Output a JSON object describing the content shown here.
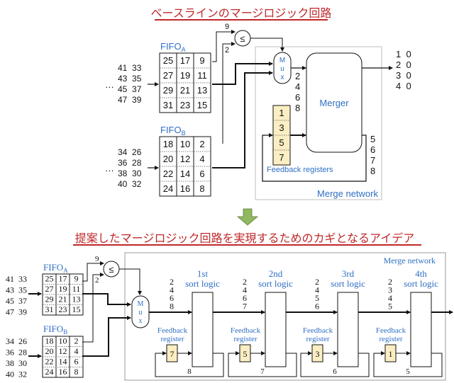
{
  "top": {
    "title": "ベースラインのマージロジック回路",
    "fifo_a": {
      "label": "FIFO",
      "sub": "A",
      "rows": [
        [
          "25",
          "17",
          "9"
        ],
        [
          "27",
          "19",
          "11"
        ],
        [
          "29",
          "21",
          "13"
        ],
        [
          "31",
          "23",
          "15"
        ]
      ],
      "incoming": [
        "41  33",
        "43  35",
        "45  37",
        "47  39"
      ]
    },
    "fifo_b": {
      "label": "FIFO",
      "sub": "B",
      "rows": [
        [
          "18",
          "10",
          "2"
        ],
        [
          "20",
          "12",
          "4"
        ],
        [
          "22",
          "14",
          "6"
        ],
        [
          "24",
          "16",
          "8"
        ]
      ],
      "incoming": [
        "34  26",
        "36  28",
        "38  30",
        "40  32"
      ]
    },
    "ellipsis": "…",
    "comparator_symbol": "≤",
    "cmp_in_a": "9",
    "cmp_in_b": "2",
    "mux_letters": [
      "M",
      "u",
      "x"
    ],
    "mux_out_values": [
      "2",
      "4",
      "6",
      "8"
    ],
    "merger_label": "Merger",
    "feedback_values": [
      "1",
      "3",
      "5",
      "7"
    ],
    "feedback_label": "Feedback registers",
    "loop_values": [
      "5",
      "6",
      "7",
      "8"
    ],
    "output_values": [
      "1  0",
      "2  0",
      "3  0",
      "4  0"
    ],
    "network_label": "Merge network"
  },
  "arrow_color": "#8fb860",
  "bottom": {
    "title": "提案したマージロジック回路を実現するためのカギとなるアイデア",
    "fifo_a": {
      "label": "FIFO",
      "sub": "A",
      "rows": [
        [
          "25",
          "17",
          "9"
        ],
        [
          "27",
          "19",
          "11"
        ],
        [
          "29",
          "21",
          "13"
        ],
        [
          "31",
          "23",
          "15"
        ]
      ],
      "incoming": [
        "41  33",
        "43  35",
        "45  37",
        "47  39"
      ]
    },
    "fifo_b": {
      "label": "FIFO",
      "sub": "B",
      "rows": [
        [
          "18",
          "10",
          "2"
        ],
        [
          "20",
          "12",
          "4"
        ],
        [
          "22",
          "14",
          "6"
        ],
        [
          "24",
          "16",
          "8"
        ]
      ],
      "incoming": [
        "34  26",
        "36  28",
        "38  30",
        "40  32"
      ]
    },
    "comparator_symbol": "≤",
    "cmp_in_a": "9",
    "cmp_in_b": "2",
    "mux_letters": [
      "M",
      "u",
      "x"
    ],
    "network_label": "Merge network",
    "stages": [
      {
        "name_line1": "1st",
        "name_line2": "sort logic",
        "inputs": [
          "2",
          "4",
          "6",
          "8"
        ],
        "feedback_label1": "Feedback",
        "feedback_label2": "register",
        "feedback_value": "7",
        "loop_value": "8"
      },
      {
        "name_line1": "2nd",
        "name_line2": "sort logic",
        "inputs": [
          "2",
          "4",
          "6",
          "7"
        ],
        "feedback_label1": "Feedback",
        "feedback_label2": "register",
        "feedback_value": "5",
        "loop_value": "7"
      },
      {
        "name_line1": "3rd",
        "name_line2": "sort logic",
        "inputs": [
          "2",
          "4",
          "5",
          "6"
        ],
        "feedback_label1": "Feedback",
        "feedback_label2": "register",
        "feedback_value": "3",
        "loop_value": "6"
      },
      {
        "name_line1": "4th",
        "name_line2": "sort logic",
        "inputs": [
          "2",
          "3",
          "4",
          "5"
        ],
        "feedback_label1": "Feedback",
        "feedback_label2": "register",
        "feedback_value": "1",
        "loop_value": "5"
      }
    ]
  }
}
